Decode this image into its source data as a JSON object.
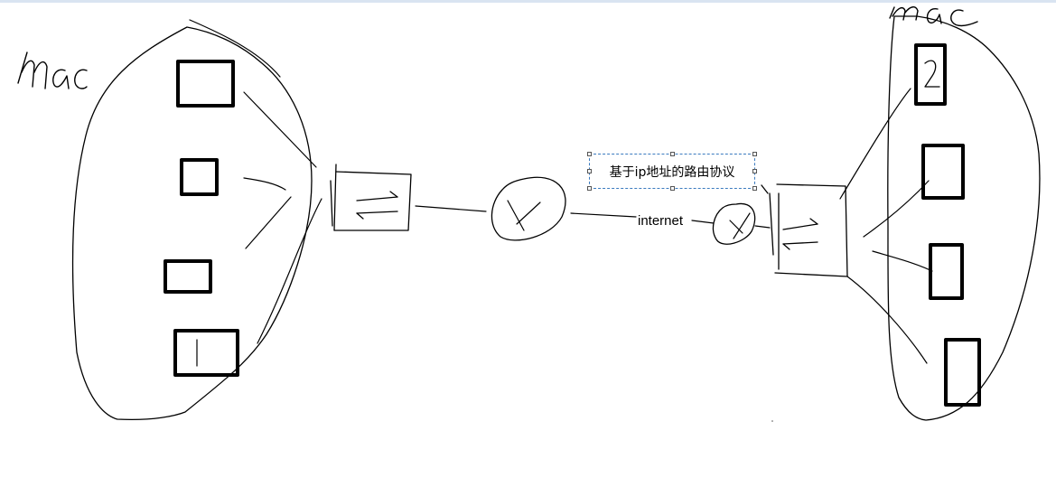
{
  "left_network": {
    "label": "mac",
    "host_marks": [
      "1"
    ]
  },
  "right_network": {
    "label": "mac",
    "host_marks": [
      "2"
    ]
  },
  "routing_textbox": {
    "text": "基于ip地址的路由协议"
  },
  "wan_label": "internet",
  "colors": {
    "ink": "#000000",
    "selection_border": "#3b7bbf",
    "topbar": "#d9e4f1"
  }
}
